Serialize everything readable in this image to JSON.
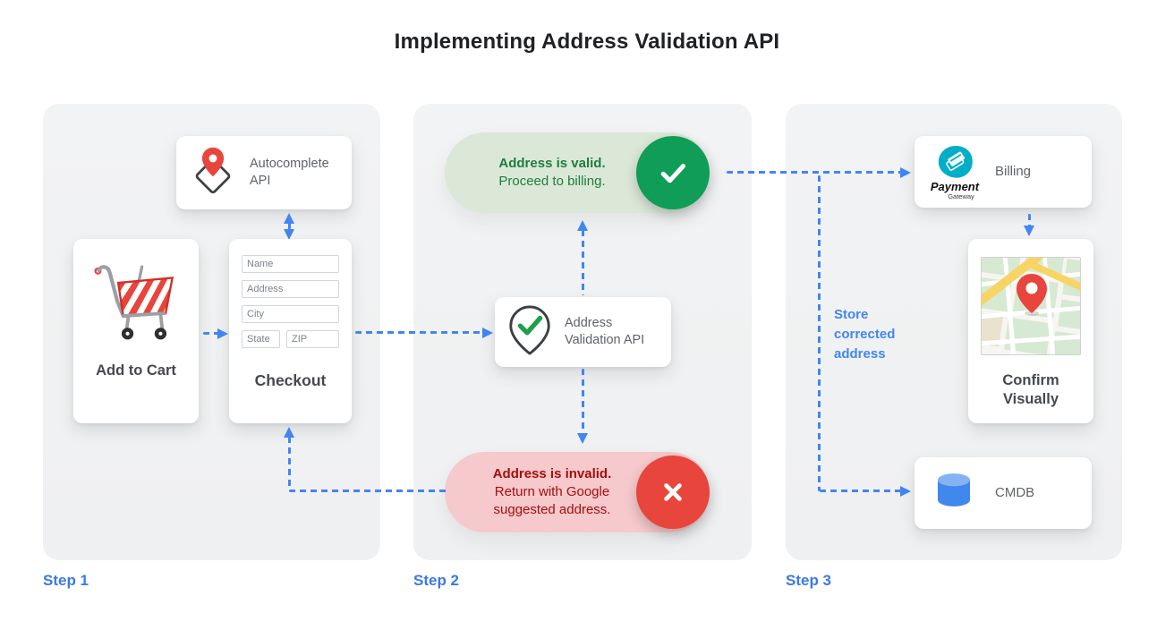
{
  "title": "Implementing Address Validation API",
  "steps": {
    "step1": {
      "label": "Step 1",
      "autocomplete": {
        "label": "Autocomplete API"
      },
      "cart": {
        "label": "Add to Cart"
      },
      "checkout": {
        "label": "Checkout",
        "fields": {
          "name": "Name",
          "address": "Address",
          "city": "City",
          "state": "State",
          "zip": "ZIP"
        }
      }
    },
    "step2": {
      "label": "Step 2",
      "valid": {
        "title": "Address is valid.",
        "subtitle": "Proceed to billing."
      },
      "validation_api": {
        "label": "Address Validation API"
      },
      "invalid": {
        "title": "Address is invalid.",
        "subtitle": "Return with Google suggested address."
      }
    },
    "step3": {
      "label": "Step 3",
      "billing": {
        "label": "Billing",
        "logo_title": "Payment",
        "logo_subtitle": "Gateway"
      },
      "confirm": {
        "label": "Confirm Visually"
      },
      "cmdb": {
        "label": "CMDB"
      },
      "note": "Store corrected address"
    }
  },
  "colors": {
    "arrow_blue": "#4285F4",
    "step_label_blue": "#3B78E8",
    "valid_circle_green": "#0F9D58",
    "valid_pill_bg": "#DBE8D8",
    "valid_text_green": "#1E7E3E",
    "invalid_circle_red": "#E8453C",
    "invalid_pill_bg": "#F6C9CC",
    "invalid_text_red": "#A50E0E",
    "card_text_gray": "#5F6368",
    "title_ink": "#202124"
  }
}
